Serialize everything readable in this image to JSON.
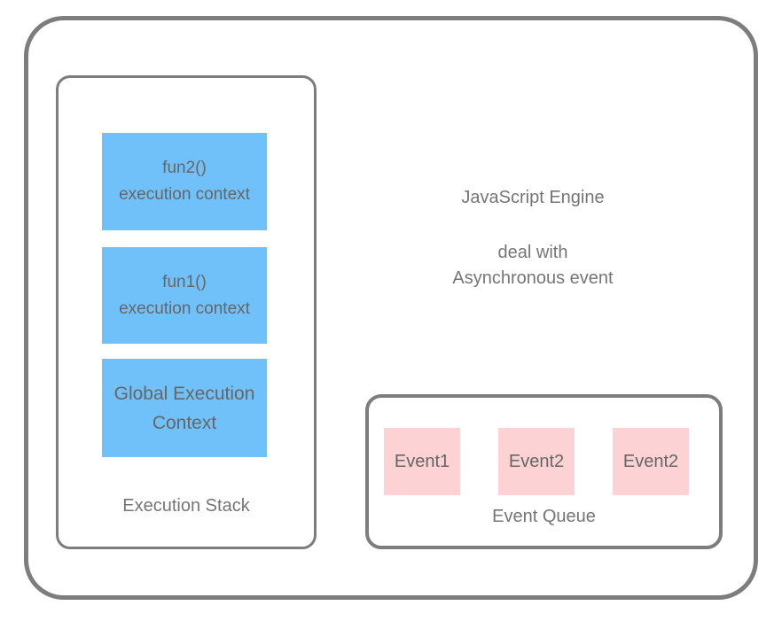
{
  "diagram": {
    "title_hint": "JavaScript engine execution stack and event queue diagram",
    "execution_stack": {
      "label": "Execution Stack",
      "frames": [
        {
          "line1": "fun2()",
          "line2": "execution context"
        },
        {
          "line1": "fun1()",
          "line2": "execution context"
        },
        {
          "line1": "Global Execution",
          "line2": "Context"
        }
      ]
    },
    "engine": {
      "title": "JavaScript Engine",
      "subtitle_line1": "deal with",
      "subtitle_line2": "Asynchronous event"
    },
    "event_queue": {
      "label": "Event Queue",
      "events": [
        {
          "label": "Event1"
        },
        {
          "label": "Event2"
        },
        {
          "label": "Event2"
        }
      ]
    },
    "colors": {
      "stack_frame_fill": "#70C1FA",
      "event_box_fill": "#FCD2D5",
      "border": "#7D7D7D",
      "label_text": "#757575",
      "box_text": "#666666",
      "background": "#FFFFFF"
    }
  }
}
